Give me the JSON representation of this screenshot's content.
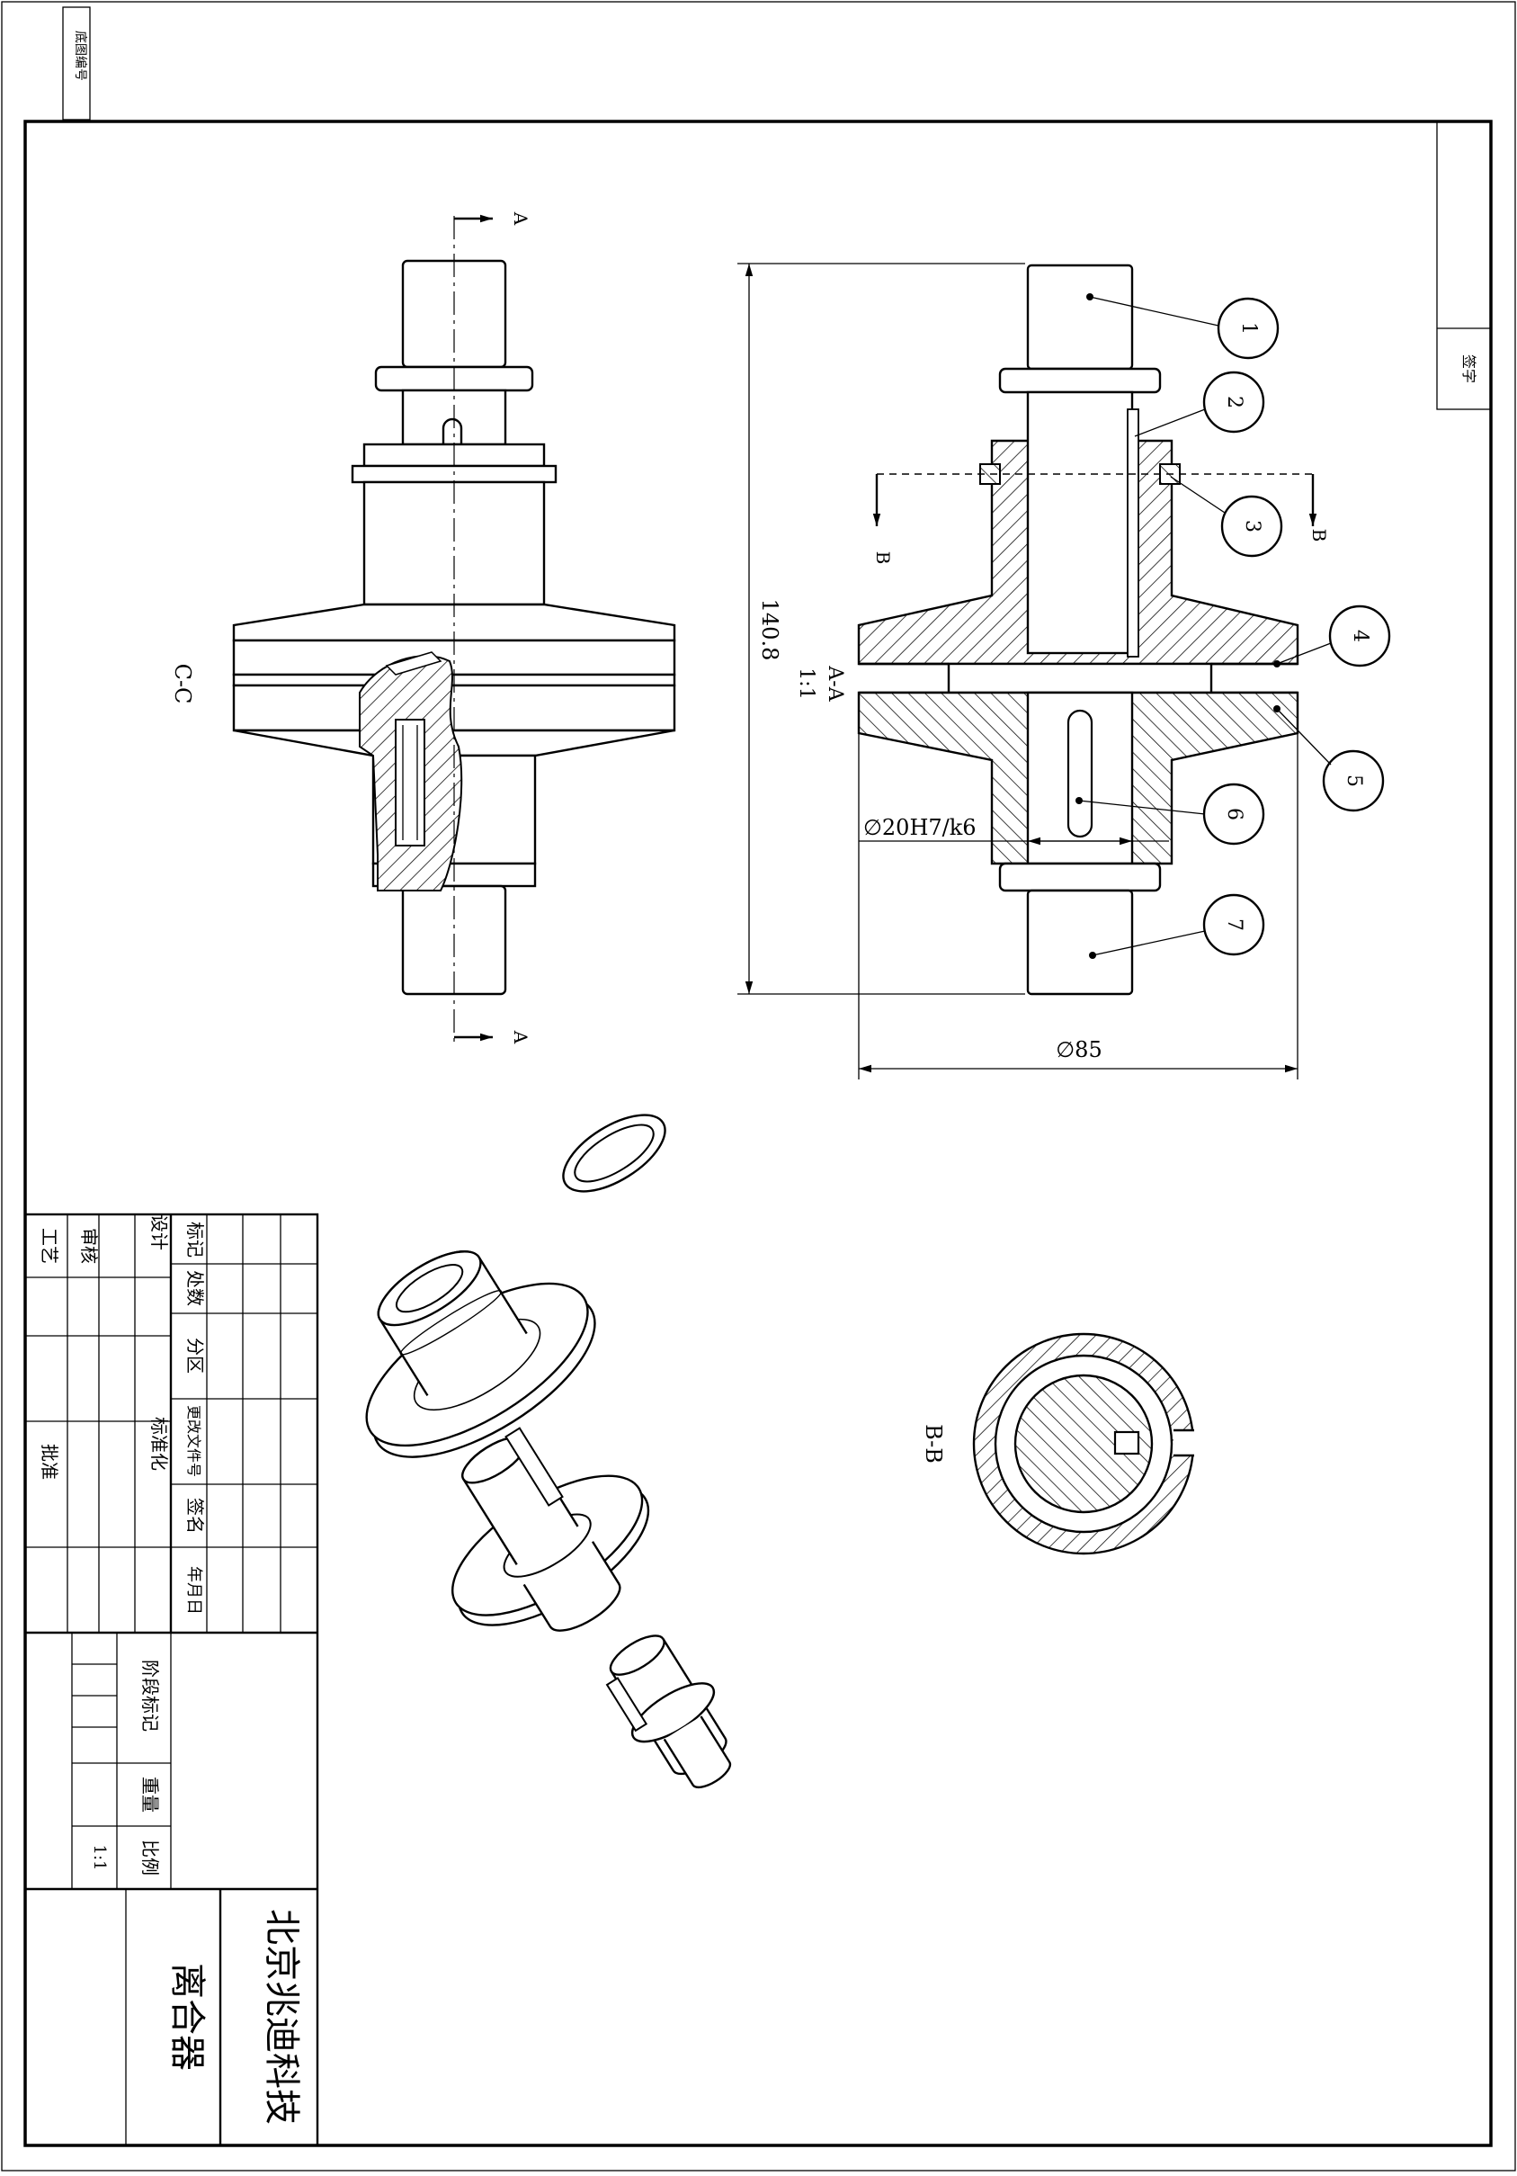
{
  "strip": {
    "label": "底图编号"
  },
  "corner": {
    "label": "签字"
  },
  "views": {
    "cc_label": "C-C",
    "aa_label": "A-A",
    "aa_scale": "1:1",
    "bb_label": "B-B",
    "section_letter_a": "A",
    "section_letter_b": "B"
  },
  "dimensions": {
    "height": "140.8",
    "diameter_outer": "∅85",
    "fit": "∅20H7/k6"
  },
  "balloons": [
    "1",
    "2",
    "3",
    "4",
    "5",
    "6",
    "7"
  ],
  "title_block": {
    "company": "北京兆迪科技",
    "part_name": "离合器",
    "scale_value": "1:1",
    "h_mark": "标记",
    "h_count": "处数",
    "h_zone": "分区",
    "h_docno": "更改文件号",
    "h_sign": "签名",
    "h_date": "年月日",
    "r_design": "设计",
    "r_check": "审核",
    "r_process": "工艺",
    "r_standard": "标准化",
    "r_approve": "批准",
    "h_stage": "阶段标记",
    "h_weight": "重量",
    "h_scale": "比例"
  },
  "colors": {
    "line": "#000000",
    "paper": "#ffffff"
  }
}
